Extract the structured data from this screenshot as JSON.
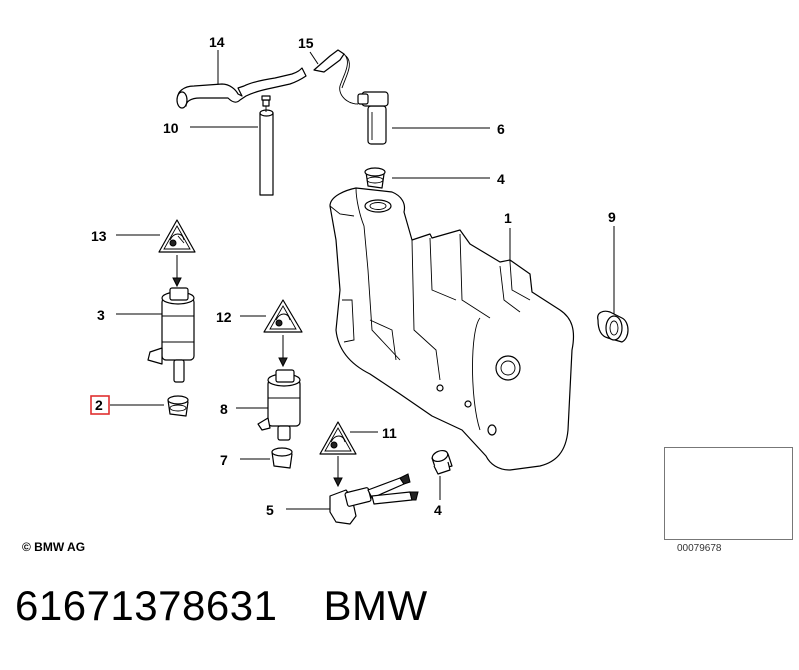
{
  "diagram": {
    "callouts": {
      "c14": "14",
      "c15": "15",
      "c10": "10",
      "c6": "6",
      "c4a": "4",
      "c1": "1",
      "c9": "9",
      "c13": "13",
      "c3": "3",
      "c12": "12",
      "c2": "2",
      "c8": "8",
      "c11": "11",
      "c7": "7",
      "c5": "5",
      "c4b": "4"
    },
    "highlighted_callout": "2",
    "highlight_color": "#e03030"
  },
  "copyright": "© BMW AG",
  "footer": {
    "part_number": "61671378631",
    "brand": "BMW"
  },
  "thumbnail": {
    "image_id": "00079678"
  }
}
